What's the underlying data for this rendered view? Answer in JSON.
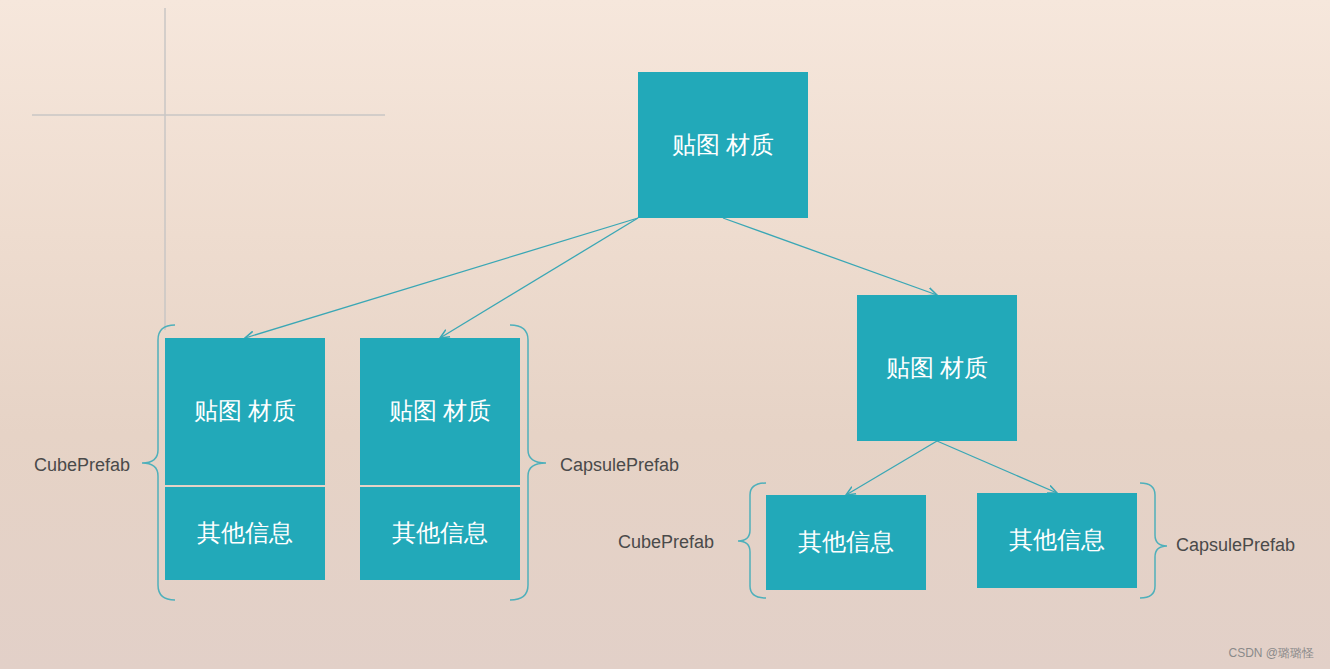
{
  "diagram": {
    "nodes": [
      {
        "text": [
          "贴图 材质"
        ]
      },
      {
        "text": [
          "贴图 材质"
        ]
      },
      {
        "text": [
          "其他信息"
        ]
      },
      {
        "text": [
          "贴图 材质"
        ]
      },
      {
        "text": [
          "其他信息"
        ]
      },
      {
        "text": [
          "贴图 材质"
        ]
      },
      {
        "text": [
          "其他信息"
        ]
      },
      {
        "text": [
          "其他信息"
        ]
      }
    ],
    "edges": [
      {
        "from": 0,
        "to": 1,
        "arrow": "to"
      },
      {
        "from": 0,
        "to": 3,
        "arrow": "to"
      },
      {
        "from": 0,
        "to": 5,
        "arrow": "to"
      },
      {
        "from": 5,
        "to": 6,
        "arrow": "to"
      },
      {
        "from": 5,
        "to": 7,
        "arrow": "to"
      }
    ],
    "labels": [
      "CubePrefab",
      "CapsulePrefab",
      "CubePrefab",
      "CapsulePrefab",
      "CSDN @璐璐怪"
    ]
  }
}
